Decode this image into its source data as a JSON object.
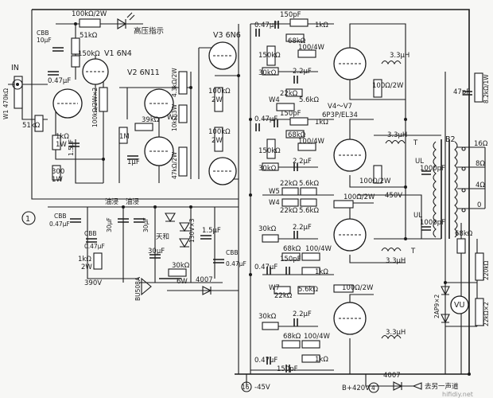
{
  "labels": {
    "r_top_100k2w": "100kΩ/2W",
    "hv_indicator": "高压指示",
    "cbb_10uf_name": "CBB",
    "cbb_10uf_value": "10μF",
    "r_51k_top": "51kΩ",
    "r_150k_v1": "150kΩ",
    "v1_name": "V1  6N4",
    "c_047_v1": "0.47μF",
    "in_label": "IN",
    "w1_label": "W1 470kΩ",
    "r_51k_in": "51kΩ",
    "r_1k_1w": "1kΩ",
    "r_1k_1w_b": "1W",
    "r_300_1w": "300",
    "r_300_1w_b": "1W",
    "c_15uf": "1.5μF",
    "r_100k2wx2": "100kΩ/2W×2",
    "v2_name": "V2  6N11",
    "r_39k": "39kΩ",
    "r_1m": "1M",
    "c_1uf": "1μF",
    "w2_label": "W2",
    "r_43k2w": "4.3kΩ/2W",
    "r_10k_3w": "10kΩ 3W",
    "r_47k2w": "47kΩ/2W",
    "v3_name": "V3  6N6",
    "r_100k_2w_a": "100kΩ",
    "r_100k_2w_a2": "2W",
    "r_100k_2w_b": "100kΩ",
    "r_100k_2w_b2": "2W",
    "c_150pf_1": "150pF",
    "c_047_1": "0.47μF",
    "r_1k_1": "1kΩ",
    "r_68k_1": "68kΩ",
    "r_150k_1": "150kΩ",
    "r_100_4w_1": "100/4W",
    "r_30k_1": "30kΩ",
    "c_22_1": "2.2μF",
    "w4_label": "W4",
    "r_22k_1": "22kΩ",
    "r_56k_1": "5.6kΩ",
    "l_33uh_1": "3.3μH",
    "r_100_2w_1": "100Ω/2W",
    "v4v7": "V4～V7",
    "v_tube_type": "6P3P/EL34",
    "c_150pf_2": "150pF",
    "c_047_2": "0.47μF",
    "r_1k_2": "1kΩ",
    "r_68k_2": "68kΩ",
    "r_150k_2": "150kΩ",
    "r_100_4w_2": "100/4W",
    "r_30k_2": "30kΩ",
    "c_22_2": "2.2μF",
    "l_33uh_2": "3.3μH",
    "ul_1": "UL",
    "c_1000pf_1": "1000pF",
    "r_100_2w_2": "100Ω/2W",
    "w5_label": "W5",
    "r_22k_2": "22kΩ",
    "r_56k_2": "5.6kΩ",
    "w4_b": "W4",
    "r_22k_3": "22kΩ",
    "r_56k_3": "5.6kΩ",
    "r_100_2w_3": "100Ω/2W",
    "v450": "450V",
    "r_30k_3": "30kΩ",
    "c_22_3": "2.2μF",
    "ul_2": "UL",
    "c_1000pf_2": "1000pF",
    "r_68k_3": "68kΩ",
    "r_100_4w_3": "100/4W",
    "c_047_3": "0.47μF",
    "c_150pf_3": "150pF",
    "r_1k_3": "1kΩ",
    "l_33uh_3": "3.3μH",
    "w7_label": "W7",
    "r_22k_4": "22kΩ",
    "r_56k_4": "5.6kΩ",
    "r_100_2w_4": "100Ω/2W",
    "r_30k_4": "30kΩ",
    "c_22_4": "2.2μF",
    "r_68k_4": "68kΩ",
    "r_100_4w_4": "100/4W",
    "c_047_4": "0.47μF",
    "c_150pf_4": "150pF",
    "r_1k_4": "1kΩ",
    "l_33uh_4": "3.3μH",
    "c_47pf": "47pF",
    "r_82k1w": "8.2kΩ/1W",
    "b2_label": "B2",
    "t_1": "T",
    "t_2": "T",
    "out_16": "16Ω",
    "out_8": "8Ω",
    "out_4": "4Ω",
    "out_0": "0",
    "r_68k_vu": "68kΩ",
    "r_220k": "220kΩ",
    "vu": "VU",
    "d_2ap9x2": "2AP9×2",
    "r_22k_x2": "22kΩ×2",
    "marker_1": "1",
    "cbb_047_a": "CBB",
    "cbb_047_a2": "0.47μF",
    "ripple_1": "油浸",
    "c_30uf_1": "30μF",
    "ripple_2": "油浸",
    "c_30uf_2": "30μF",
    "cbb_047_b": "CBB",
    "cbb_047_b2": "0.47μF",
    "tianhe": "天和",
    "v130x3": "130V×3",
    "c_15uf_b": "1.5μF",
    "c_30uf_3": "30μF",
    "cbb_047_c": "CBB",
    "cbb_047_c2": "0.47μF",
    "r_1k_2w": "1kΩ",
    "r_1k_2w_b": "2W",
    "r_30k_6w": "30kΩ",
    "r_30k_6w_b": "6W",
    "d_4007_a": "4007",
    "bridge": "BU508A",
    "v390": "390V",
    "marker_16": "16",
    "minus45": "-45V",
    "b_plus": "B+420V",
    "marker_4": "4",
    "d_4007_b": "4007",
    "other_channel": "去另一声道",
    "watermark": "hifidiy.net"
  }
}
